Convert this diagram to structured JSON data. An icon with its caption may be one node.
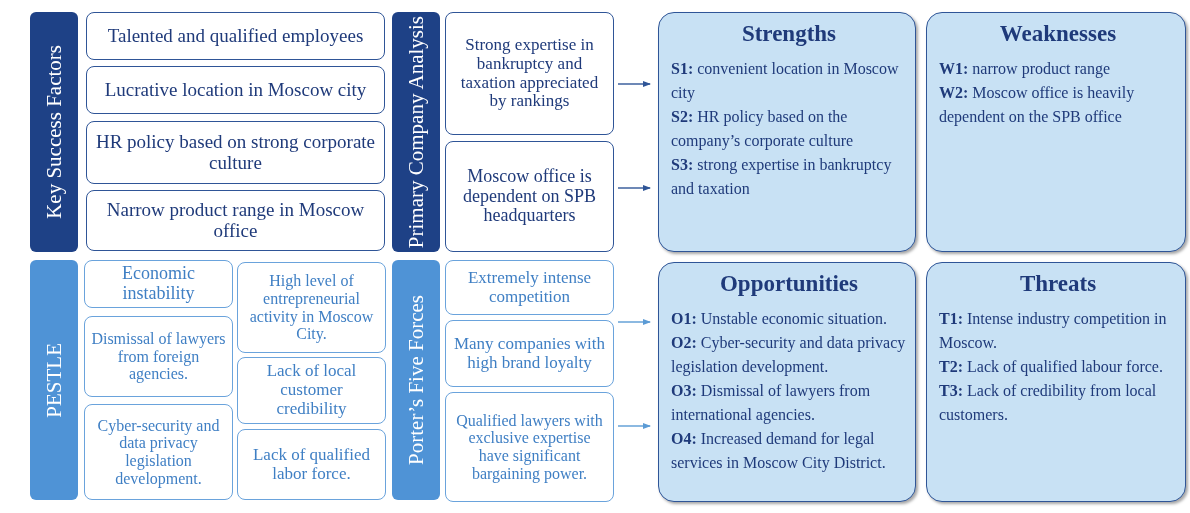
{
  "diagram": {
    "nodes": [
      {
        "text": [
          "Key Success Factors"
        ]
      },
      {
        "text": [
          "Talented and qualified employees"
        ]
      },
      {
        "text": [
          "Lucrative location in Moscow city"
        ]
      },
      {
        "text": [
          "HR policy based on strong corporate culture"
        ]
      },
      {
        "text": [
          "Narrow product range in Moscow office"
        ]
      },
      {
        "text": [
          "Primary Company Analysis"
        ]
      },
      {
        "text": [
          "Strong expertise in bankruptcy and taxation appreciated by rankings"
        ]
      },
      {
        "text": [
          "Moscow office is dependent on SPB headquarters"
        ]
      },
      {
        "text": [
          "Strengths",
          "**S1:** convenient location in Moscow city",
          "**S2:** HR policy based on the company’s corporate culture",
          "**S3:** strong expertise in bankruptcy and taxation"
        ]
      },
      {
        "text": [
          "Weaknesses",
          "**W1:** narrow product range",
          "**W2:** Moscow office is heavily dependent on the SPB office"
        ]
      },
      {
        "text": [
          "PESTLE"
        ]
      },
      {
        "text": [
          "Economic instability"
        ]
      },
      {
        "text": [
          "Dismissal of lawyers from foreign agencies."
        ]
      },
      {
        "text": [
          "Cyber-security and data privacy legislation development."
        ]
      },
      {
        "text": [
          "High level of entrepreneurial activity in Moscow City."
        ]
      },
      {
        "text": [
          "Lack of local customer credibility"
        ]
      },
      {
        "text": [
          "Lack of qualified labor force."
        ]
      },
      {
        "text": [
          "Porter’s Five Forces"
        ]
      },
      {
        "text": [
          "Extremely intense competition"
        ]
      },
      {
        "text": [
          "Many companies with high brand loyalty"
        ]
      },
      {
        "text": [
          "Qualified lawyers with exclusive expertise have significant bargaining power."
        ]
      },
      {
        "text": [
          "Opportunities",
          "**O1:** Unstable economic situation.",
          "**O2:** Cyber-security and data privacy legislation development.",
          "**O3:** Dismissal of lawyers from international agencies.",
          "**O4:** Increased demand for legal services in Moscow City District."
        ]
      },
      {
        "text": [
          "Threats",
          "**T1:** Intense industry competition in Moscow.",
          "**T2:** Lack of qualified labour force.",
          "**T3:** Lack of credibility from local customers."
        ]
      }
    ],
    "edges": [
      {
        "from": 6,
        "to": 8,
        "arrow": "to"
      },
      {
        "from": 7,
        "to": 8,
        "arrow": "to"
      },
      {
        "from": 19,
        "to": 21,
        "arrow": "to",
        "color": "#5b9bd5"
      },
      {
        "from": 20,
        "to": 21,
        "arrow": "to",
        "color": "#5b9bd5"
      }
    ]
  }
}
